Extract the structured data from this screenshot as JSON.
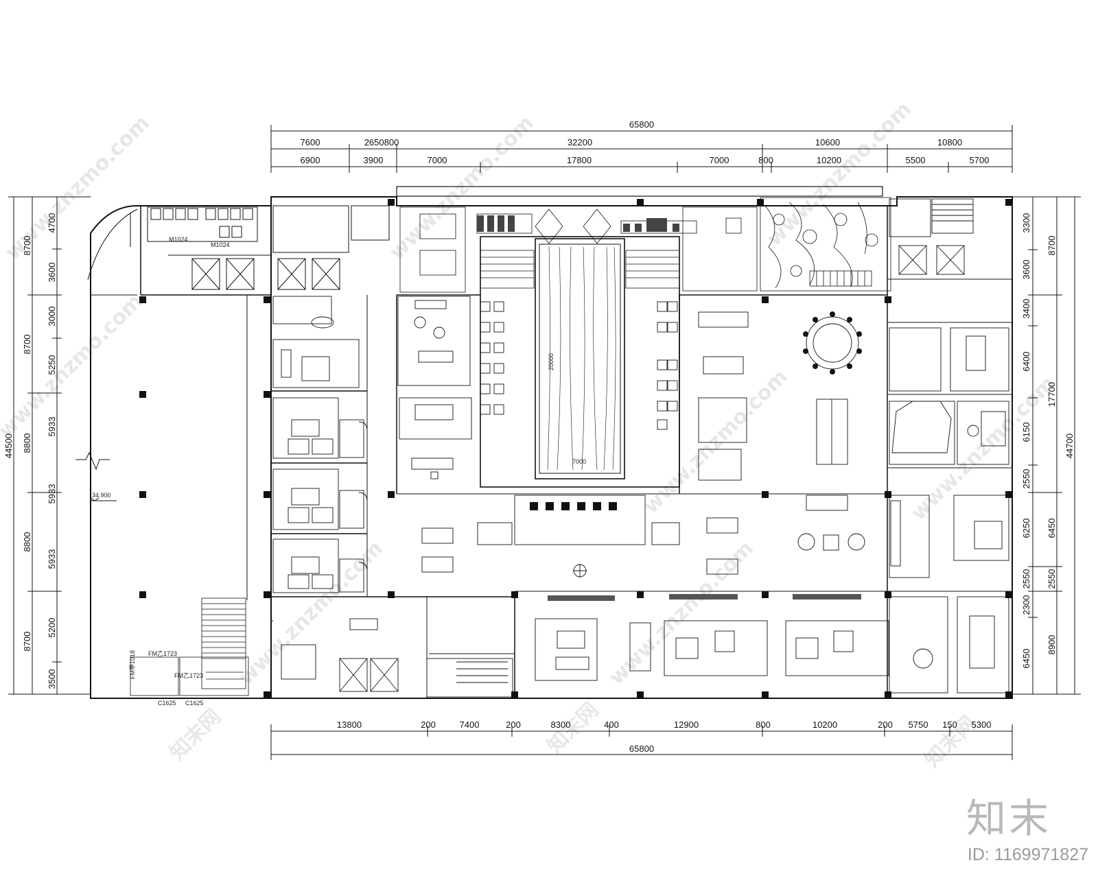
{
  "plan": {
    "top_dims": {
      "overall": "65800",
      "row1": [
        "7600",
        "2650800",
        "32200",
        "10600",
        "10800"
      ],
      "row2": [
        "6900",
        "3900",
        "7000",
        "17800",
        "7000",
        "800",
        "10200",
        "5500",
        "5700"
      ]
    },
    "bottom_dims": {
      "row1": [
        "13800",
        "200",
        "7400",
        "200",
        "8300",
        "400",
        "12900",
        "800",
        "10200",
        "200",
        "5750",
        "150",
        "5300"
      ],
      "overall": "65800"
    },
    "left_dims": {
      "outer": [
        "8700",
        "8700",
        "8800",
        "8800",
        "8700"
      ],
      "inner": [
        "4700",
        "3600",
        "3000",
        "5250",
        "5933",
        "5933",
        "5933",
        "5200",
        "3500"
      ],
      "total": "44500"
    },
    "right_dims": {
      "inner": [
        "3300",
        "3600",
        "3400",
        "6400",
        "6150",
        "2550",
        "6250",
        "2550",
        "2300",
        "6450"
      ],
      "outer": [
        "8700",
        "17700",
        "6450",
        "2550",
        "8900"
      ],
      "total": "44700"
    },
    "annotations": {
      "elevation": "34.900",
      "pool_length": "20000",
      "pool_width": "7000",
      "door_tags": [
        "M1024",
        "M1024",
        "C1625",
        "C1625",
        "FM乙1723",
        "FM乙1723",
        "FM甲1018"
      ]
    },
    "watermark": "www.znzmo.com",
    "watermark_cn": "知末网"
  },
  "brand": {
    "logo": "知末",
    "id_text": "ID: 1169971827"
  }
}
